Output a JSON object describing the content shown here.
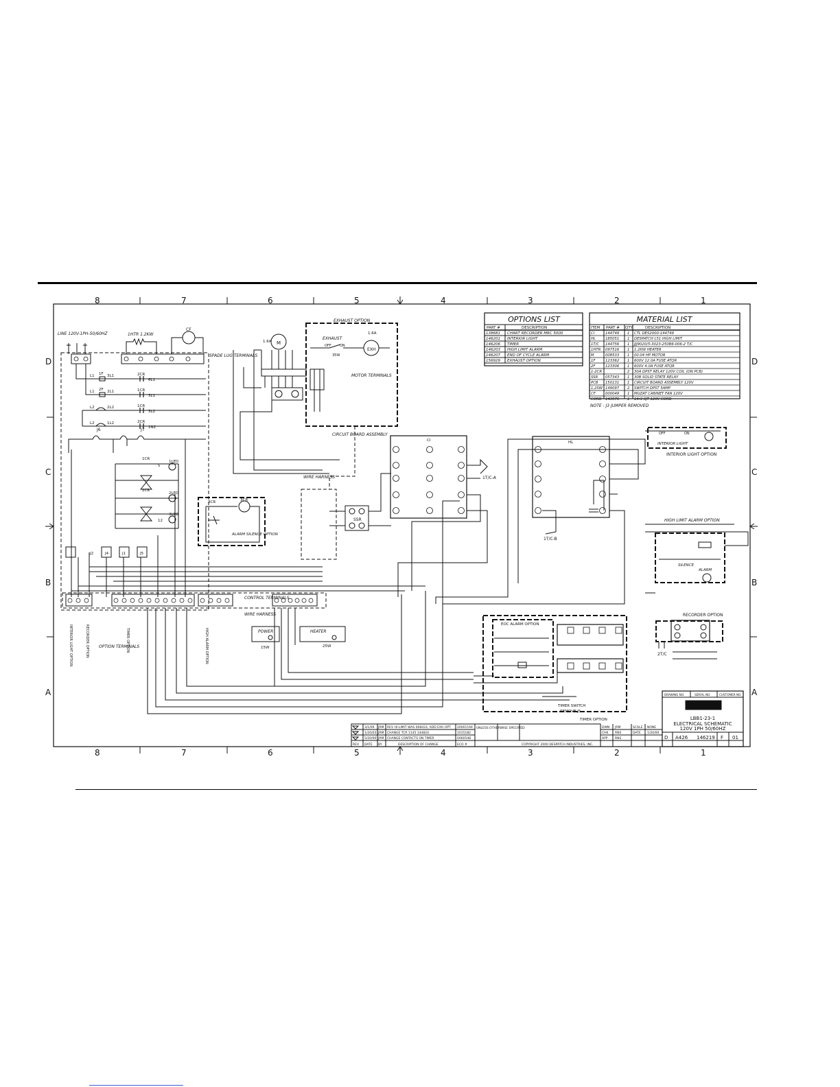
{
  "grid": {
    "columns": [
      "8",
      "7",
      "6",
      "5",
      "4",
      "3",
      "2",
      "1"
    ],
    "rows": [
      "D",
      "C",
      "B",
      "A"
    ]
  },
  "labels": {
    "line": "LINE 120V-1PH-50/60HZ",
    "spade_lug": "SPADE LUG TERMINALS",
    "exhaust_option": "EXHAUST OPTION",
    "exhaust": "EXHAUST",
    "off": "OFF",
    "on": "ON",
    "w35": "35W",
    "motor_terminals": "MOTOR TERMINALS",
    "circuit_board": "CIRCUIT BOARD ASSEMBLY",
    "wire_harness": "WIRE HARNESS",
    "ssr": "SSR",
    "ci": "CI",
    "hl": "HL",
    "tc_a": "1T/C-A",
    "tc_b": "1T/C-B",
    "alarm_silence": "ALARM SILENCE OPTION",
    "control_terminals": "CONTROL TERMINALS",
    "option_terminals": "OPTION TERMINALS",
    "interior_light_option_v": "INTERIOR LIGHT OPTION",
    "recorder_option_v": "RECORDER OPTION",
    "timer_option_v": "TIMER OPTION",
    "high_alarm_option_v": "HIGH ALARM OPTION",
    "power": "POWER",
    "w15": "15W",
    "heater": "HEATER",
    "w25": "25W",
    "interior_light": "INTERIOR LIGHT",
    "interior_light_option": "INTERIOR LIGHT OPTION",
    "high_limit_alarm_option": "HIGH LIMIT ALARM OPTION",
    "silence": "SILENCE",
    "alarm": "ALARM",
    "recorder_option": "RECORDER OPTION",
    "tc_2": "2T/C",
    "eoc_alarm_option": "EOC ALARM OPTION",
    "timer_switch": "TIMER SWITCH",
    "remove_j5": "REMOVE J5",
    "timer_option": "TIMER OPTION",
    "note": "NOTE : J3 JUMPER REMOVED",
    "m_1_6a": "1.6A",
    "htr": "1HTR 1.2KW"
  },
  "options_list": {
    "title": "OPTIONS LIST",
    "headers": [
      "PART #",
      "DESCRIPTION"
    ],
    "rows": [
      [
        "138681",
        "CHART RECORDER MRC 5000"
      ],
      [
        "146201",
        "INTERIOR LIGHT"
      ],
      [
        "146206",
        "TIMER"
      ],
      [
        "146203",
        "HIGH LIMIT ALARM"
      ],
      [
        "146207",
        "END OF CYCLE ALARM"
      ],
      [
        "156929",
        "EXHAUST OPTION"
      ]
    ]
  },
  "material_list": {
    "title": "MATERIAL LIST",
    "headers": [
      "ITEM",
      "PART #",
      "QTY",
      "DESCRIPTION"
    ],
    "rows": [
      [
        "CI",
        "144749",
        "1",
        "CTL DES2000-144749"
      ],
      [
        "HL",
        "185051",
        "1",
        "DESPATCH L51 HIGH LIMIT"
      ],
      [
        "1T/C",
        "144756",
        "1",
        "JJJ9020/5-3023-250B6-006-2 T/C"
      ],
      [
        "1HTR",
        "097516",
        "1",
        "1.2KW HEATER"
      ],
      [
        "M",
        "008533",
        "1",
        "00.04 HP MOTOR"
      ],
      [
        "1F",
        "123362",
        "1",
        "600V 12.0A FUSE ATQR"
      ],
      [
        "2F",
        "123306",
        "1",
        "600V 4.0A FUSE ATQR"
      ],
      [
        "1-2CR",
        "",
        "2",
        "30A DPST RELAY 120V COIL (ON PCB)"
      ],
      [
        "SSR",
        "057343",
        "1",
        "30B SOLID STATE RELAY"
      ],
      [
        "PCB",
        "150131",
        "1",
        "CIRCUIT BOARD ASSEMBLY 120V"
      ],
      [
        "1,2SW",
        "149097",
        "2",
        "SWITCH DPST 5AMP"
      ],
      [
        "CF",
        "000049",
        "1",
        "MUZAT CABINET FAN 120V"
      ],
      [
        "CORD",
        "143976",
        "1",
        "14-3 SJT 120V CORD"
      ]
    ]
  },
  "revisions": [
    [
      "3/1/09",
      "JRM",
      "REV HI-LIMIT WAS 008433, ADD EXH OPT",
      "20001194"
    ],
    [
      "1/20/03",
      "JRM",
      "CHANGE TCR 1145 144824",
      "1015182"
    ],
    [
      "5/20/00",
      "JRM",
      "CHANGE CONTACTS ON TIMER",
      "0060548"
    ]
  ],
  "revision_headers": [
    "REV",
    "DATE",
    "BY",
    "DESCRIPTION OF CHANGE",
    "ECO #"
  ],
  "title_block": {
    "company": "Despatch",
    "customer_hdr": "CUSTOMER NO.",
    "serial_hdr": "SERIAL NO.",
    "drawing_hdr": "DRAWING NO.",
    "title1": "LBB1-23-1",
    "title2": "ELECTRICAL SCHEMATIC",
    "title3": "120V 1PH 50/60HZ",
    "size": "D",
    "dwg1": "A426",
    "dwg2": "146219",
    "rev": "F",
    "sheet": "01",
    "drawn_by": "JRM",
    "checked_by": "RNS",
    "scale": "NONE",
    "date": "1/20/00",
    "copyright": "COPYRIGHT 2000 DESPATCH INDUSTRIES, INC.",
    "unless": "UNLESS OTHERWISE SPECIFIED"
  }
}
